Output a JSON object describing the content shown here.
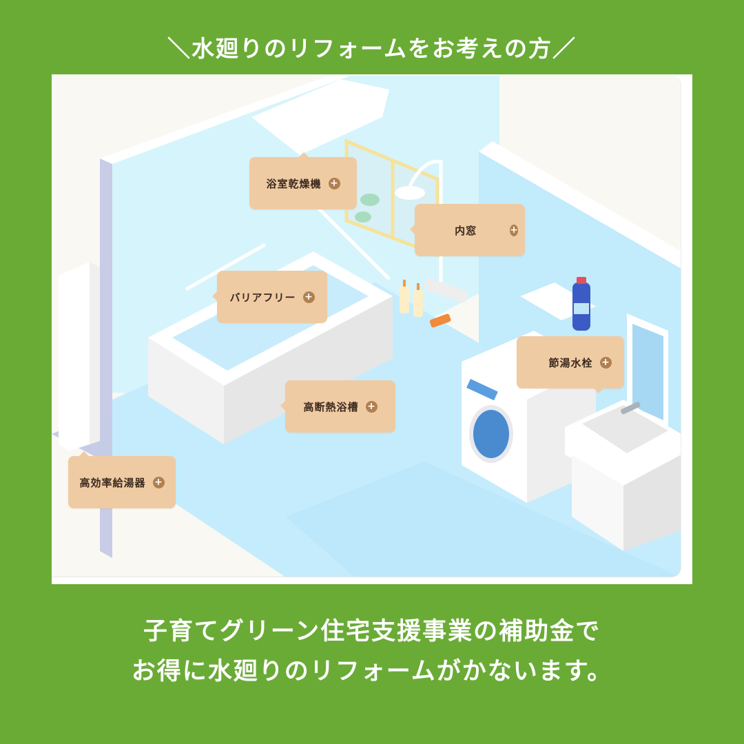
{
  "headline": "＼水廻りのリフォームをお考えの方／",
  "illustration": {
    "description": "isometric bathroom and washroom",
    "hotspots": [
      {
        "id": "bathroom-dryer",
        "label": "浴室乾燥機",
        "icon": "plus-circle-icon"
      },
      {
        "id": "inner-window",
        "label": "内窓",
        "icon": "plus-circle-icon"
      },
      {
        "id": "barrier-free",
        "label": "バリアフリー",
        "icon": "plus-circle-icon"
      },
      {
        "id": "insulated-bathtub",
        "label": "高断熱浴槽",
        "icon": "plus-circle-icon"
      },
      {
        "id": "water-saving-faucet",
        "label": "節湯水栓",
        "icon": "plus-circle-icon"
      },
      {
        "id": "efficient-water-heater",
        "label": "高効率給湯器",
        "icon": "plus-circle-icon"
      }
    ],
    "plus_symbol": "+"
  },
  "footer": {
    "line1": "子育てグリーン住宅支援事業の補助金で",
    "line2": "お得に水廻りのリフォームがかないます。"
  },
  "colors": {
    "background_green": "#6aab36",
    "tag_fill": "#efcba4",
    "tag_icon": "#b0804f",
    "wall_blue": "#c7ecfb",
    "floor_blue": "#c2ebfc",
    "baseboard_lavender": "#c7cce6"
  }
}
